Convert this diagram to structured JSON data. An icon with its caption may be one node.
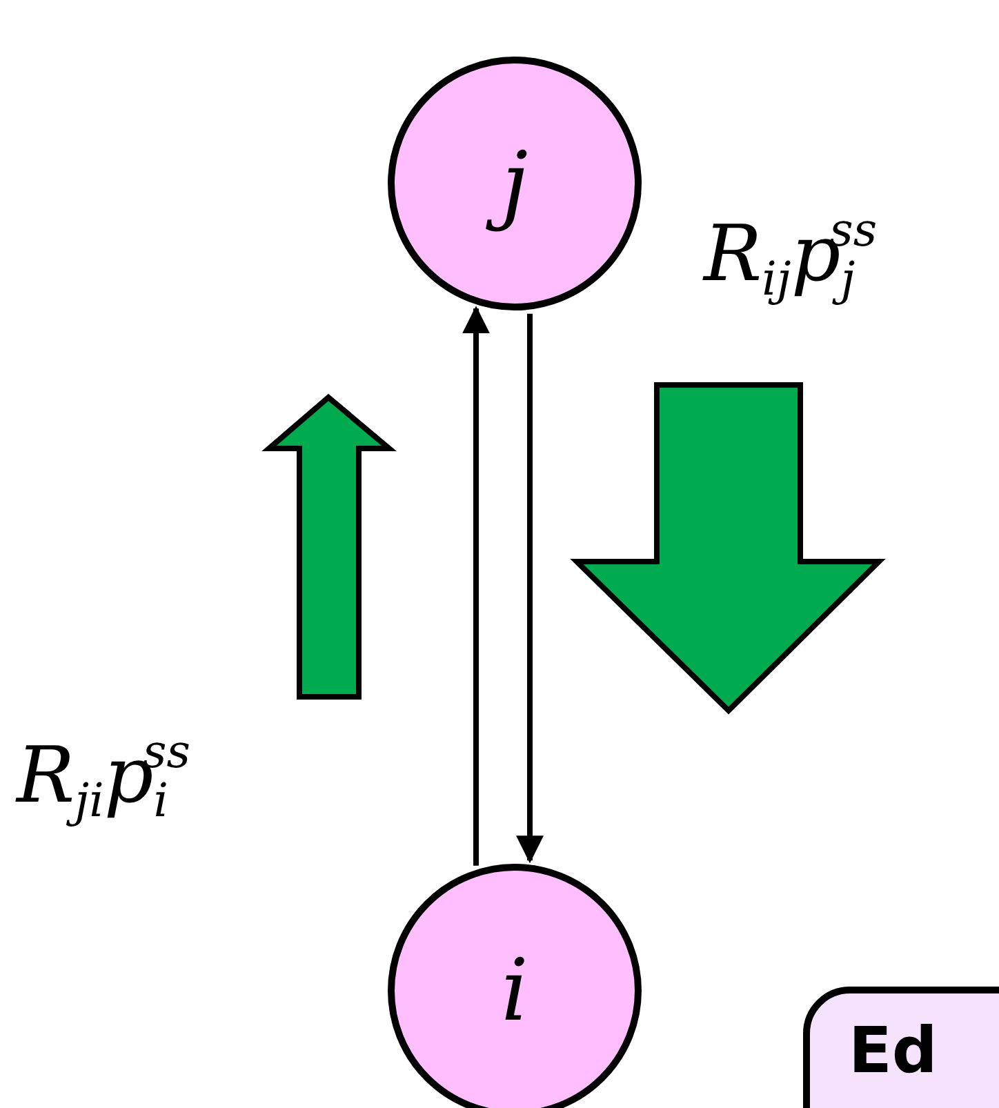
{
  "diagram": {
    "nodes": [
      {
        "text": [
          "j"
        ]
      },
      {
        "text": [
          "i"
        ]
      },
      {
        "text": [
          "Ed"
        ]
      }
    ],
    "edges": [
      {
        "from": 1,
        "to": 0,
        "arrow": "to"
      },
      {
        "from": 0,
        "to": 1,
        "arrow": "to"
      }
    ],
    "labels": [
      "R$_{ij}$p$_{j}$$^{ss}$",
      "R$_{ji}$p$_{i}$$^{ss}$"
    ]
  }
}
